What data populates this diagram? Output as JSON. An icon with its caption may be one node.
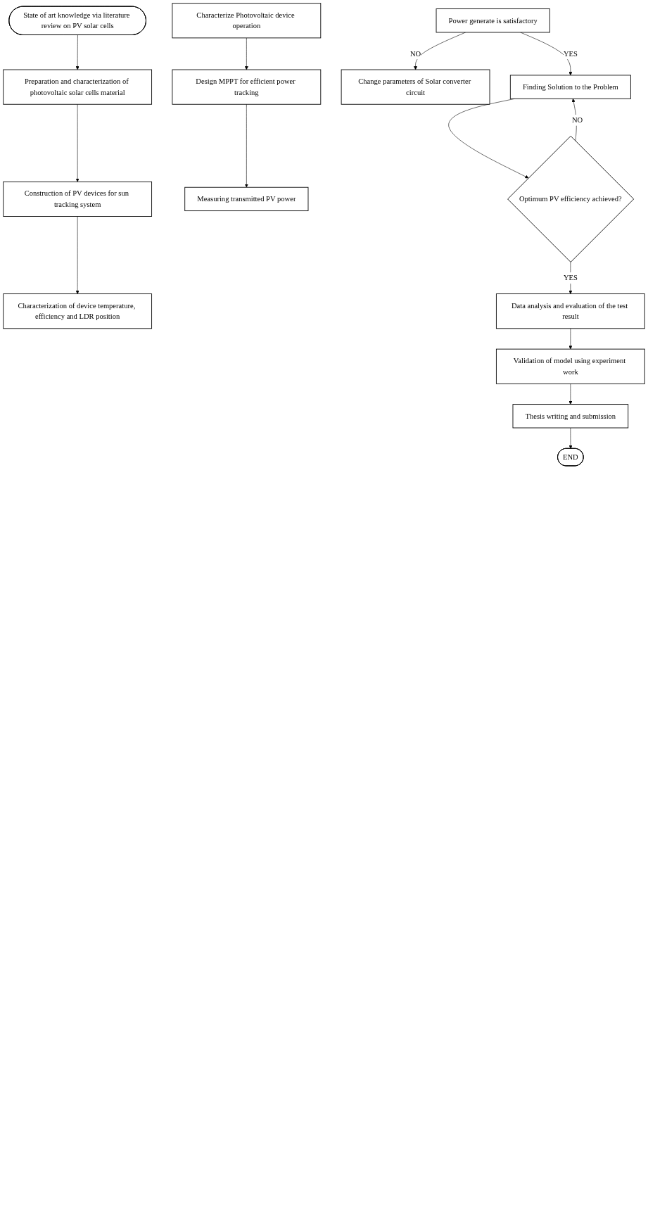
{
  "diagram": {
    "nodes": [
      {
        "text": [
          "State of art knowledge via literature review on PV solar cells"
        ]
      },
      {
        "text": [
          "Preparation and characterization of photovoltaic solar cells material"
        ]
      },
      {
        "text": [
          "Construction of PV devices for sun tracking system"
        ]
      },
      {
        "text": [
          "Characterization of device temperature, efficiency and LDR position"
        ]
      },
      {
        "text": [
          "Characterize Photovoltaic device operation"
        ]
      },
      {
        "text": [
          "Design MPPT for efficient power tracking"
        ]
      },
      {
        "text": [
          "Measuring transmitted PV power"
        ]
      },
      {
        "text": [
          "Power generate is satisfactory"
        ]
      },
      {
        "text": [
          "Change parameters of Solar converter circuit"
        ]
      },
      {
        "text": [
          "Finding Solution to the Problem"
        ]
      },
      {
        "text": [
          "Optimum PV efficiency achieved?"
        ]
      },
      {
        "text": [
          "Data analysis and evaluation of the test result"
        ]
      },
      {
        "text": [
          "Validation of model using experiment work"
        ]
      },
      {
        "text": [
          "Thesis writing and submission"
        ]
      },
      {
        "text": [
          "END"
        ]
      }
    ],
    "edges": [
      {
        "from": 0,
        "to": 1,
        "arrow": "to"
      },
      {
        "from": 1,
        "to": 2,
        "arrow": "to"
      },
      {
        "from": 2,
        "to": 3,
        "arrow": "to"
      },
      {
        "from": 4,
        "to": 5,
        "arrow": "to"
      },
      {
        "from": 5,
        "to": 6,
        "arrow": "to"
      },
      {
        "from": 7,
        "to": 8,
        "arrow": "to",
        "label": "NO"
      },
      {
        "from": 7,
        "to": 9,
        "arrow": "to",
        "label": "YES"
      },
      {
        "from": 9,
        "to": 10,
        "arrow": "to"
      },
      {
        "from": 10,
        "to": 9,
        "arrow": "to",
        "label": "NO"
      },
      {
        "from": 10,
        "to": 11,
        "arrow": "to",
        "label": "YES"
      },
      {
        "from": 11,
        "to": 12,
        "arrow": "to"
      },
      {
        "from": 12,
        "to": 13,
        "arrow": "to"
      },
      {
        "from": 13,
        "to": 14,
        "arrow": "to"
      }
    ]
  }
}
